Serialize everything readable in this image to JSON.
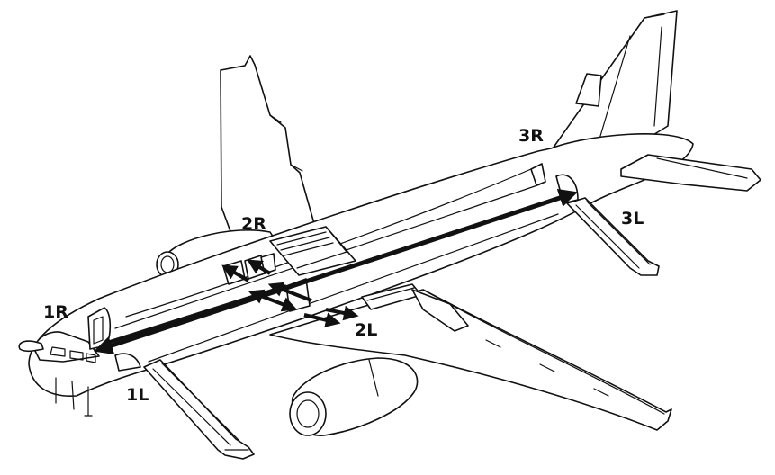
{
  "exits": {
    "label_1R": "1R",
    "label_1L": "1L",
    "label_2R": "2R",
    "label_2L": "2L",
    "label_3R": "3R",
    "label_3L": "3L"
  },
  "colors": {
    "ink": "#111111",
    "background": "#ffffff"
  }
}
